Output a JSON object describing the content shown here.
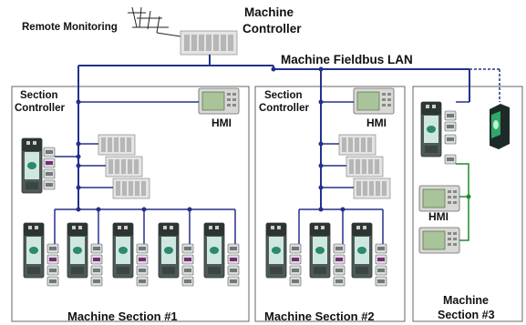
{
  "diagram": {
    "remote_monitoring": "Remote Monitoring",
    "machine_controller_line1": "Machine",
    "machine_controller_line2": "Controller",
    "fieldbus_label": "Machine Fieldbus LAN",
    "section1": {
      "controller_line1": "Section",
      "controller_line2": "Controller",
      "hmi": "HMI",
      "title": "Machine Section #1"
    },
    "section2": {
      "controller_line1": "Section",
      "controller_line2": "Controller",
      "hmi": "HMI",
      "title": "Machine Section #2"
    },
    "section3": {
      "hmi": "HMI",
      "title_line1": "Machine",
      "title_line2": "Section #3"
    }
  },
  "colors": {
    "network": "#24308c",
    "secondary_network": "#1f8b2e",
    "drive_accent": "#2a8a6a"
  }
}
